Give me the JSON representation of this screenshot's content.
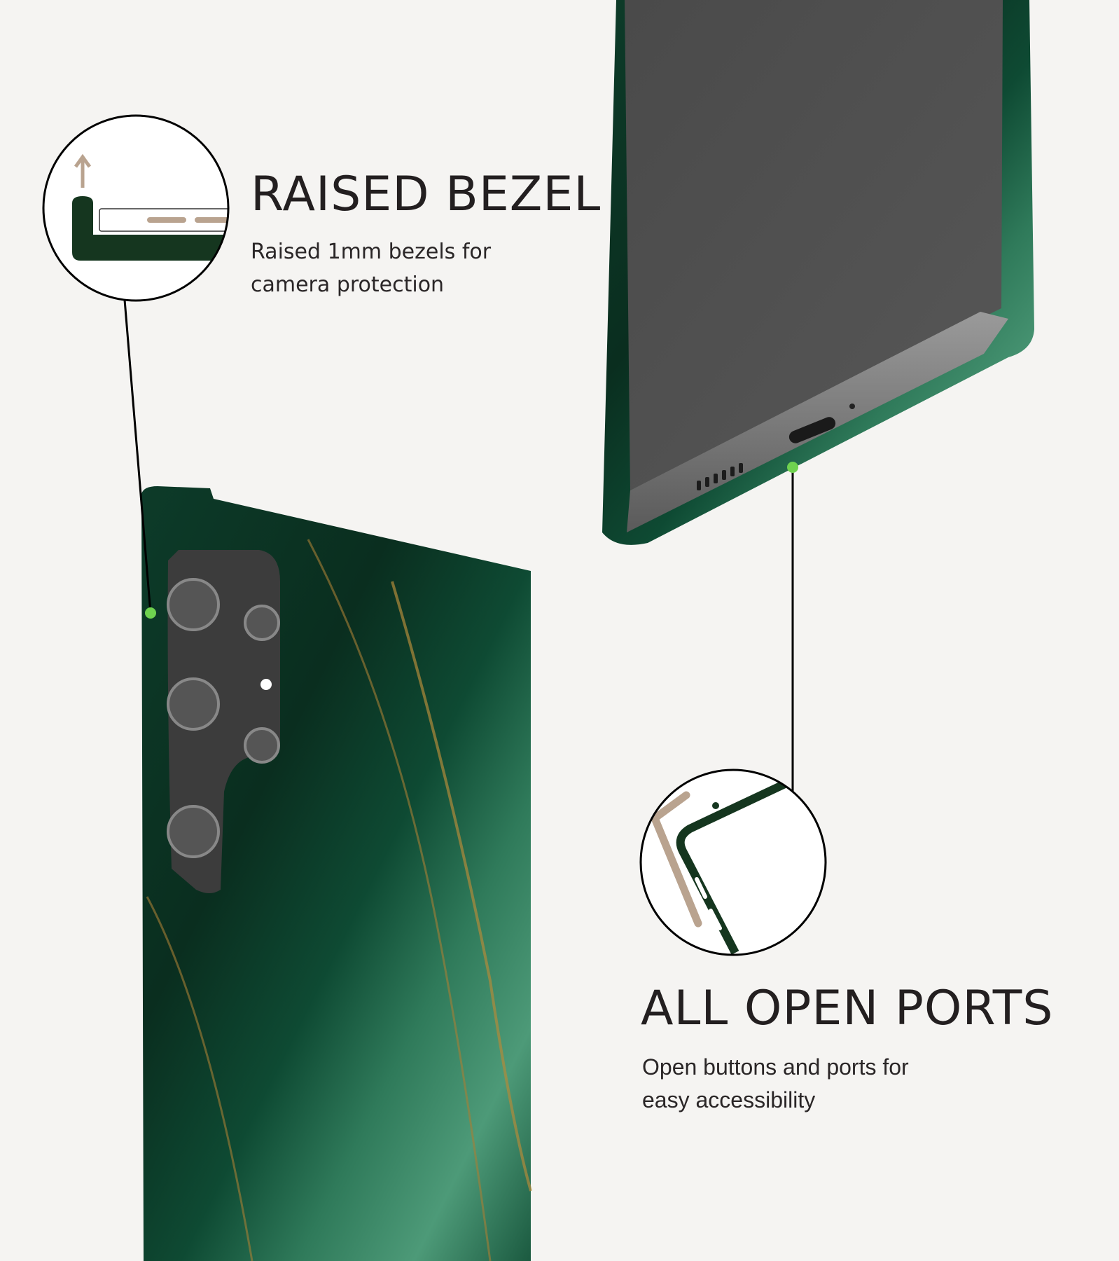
{
  "features": [
    {
      "title": "RAISED BEZEL",
      "lines": [
        "Raised 1mm bezels for",
        "camera protection"
      ]
    },
    {
      "title": "ALL OPEN PORTS",
      "lines": [
        "Open buttons and ports for",
        "easy accessibility"
      ]
    }
  ],
  "colors": {
    "background": "#f5f4f2",
    "case_green": "#0f3d2a",
    "icon_green": "#15361f",
    "beige": "#b9a38f",
    "dot": "#6fd24f"
  }
}
